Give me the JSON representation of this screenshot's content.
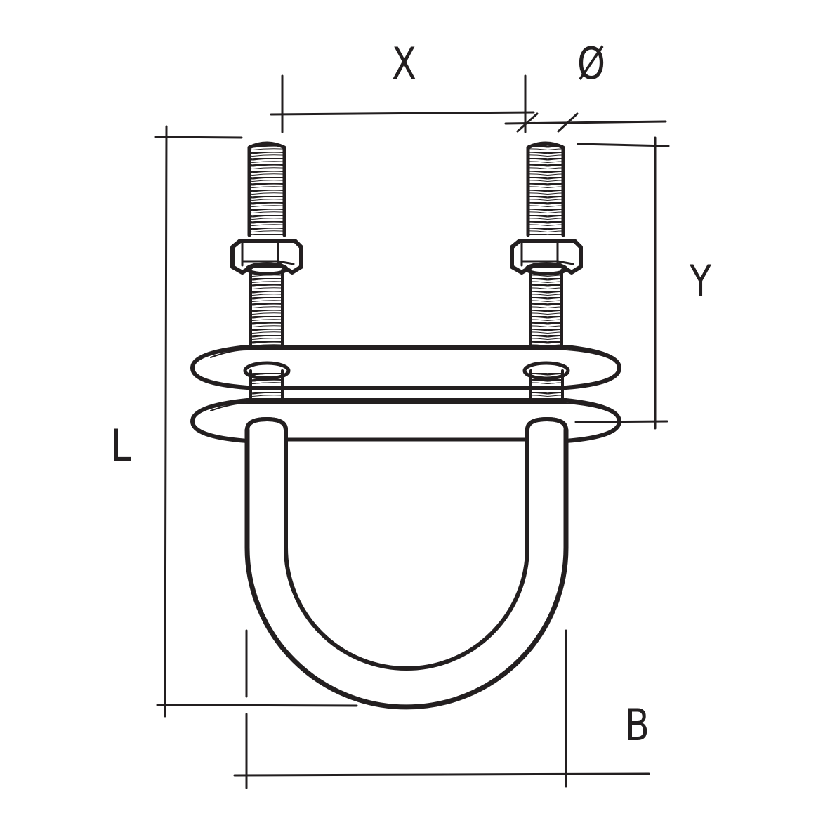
{
  "diagram": {
    "subject": "U-bolt with two nuts and two plates",
    "line_color": "#231f20",
    "background": "#ffffff",
    "dimensions": {
      "x": {
        "label": "X",
        "meaning": "distance between bolt legs"
      },
      "diameter": {
        "label": "Ø",
        "meaning": "bolt diameter"
      },
      "y": {
        "label": "Y",
        "meaning": "threaded length above plate"
      },
      "l": {
        "label": "L",
        "meaning": "overall length"
      },
      "b": {
        "label": "B",
        "meaning": "overall width of bend"
      }
    }
  }
}
